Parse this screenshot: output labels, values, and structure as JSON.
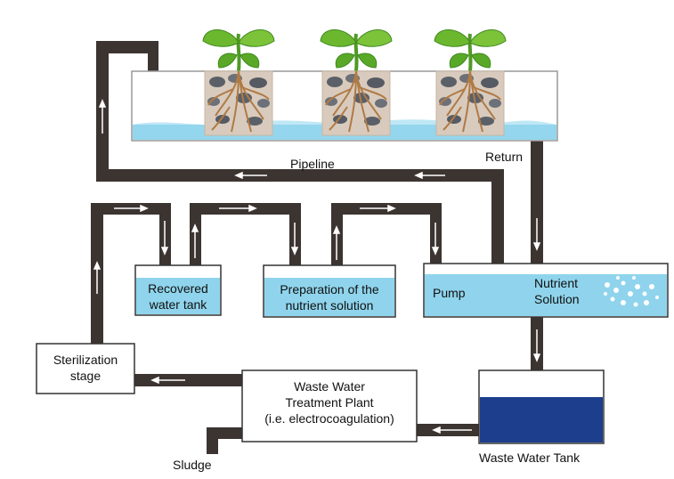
{
  "labels": {
    "pipeline": "Pipeline",
    "return": "Return",
    "recovered_tank": "Recovered\nwater tank",
    "prep_nutrient": "Preparation of the\nnutrient solution",
    "pump": "Pump",
    "nutrient_solution": "Nutrient\nSolution",
    "sterilization": "Sterilization\nstage",
    "wwtp": "Waste Water\nTreatment Plant\n(i.e. electrocoagulation)",
    "sludge": "Sludge",
    "waste_tank": "Waste Water Tank"
  },
  "colors": {
    "pipe": "#3b3431",
    "water": "#8fd4ec",
    "water_light": "#bfe7f5",
    "tank_water": "#1d3e8c",
    "leaf": "#6bb82f",
    "leaf_dark": "#3f8a1f",
    "root": "#b07a45",
    "stone": "#5b6068",
    "box_stroke": "#333333"
  },
  "icons": [
    "plant-icon",
    "arrow-icon",
    "bubbles-icon"
  ]
}
